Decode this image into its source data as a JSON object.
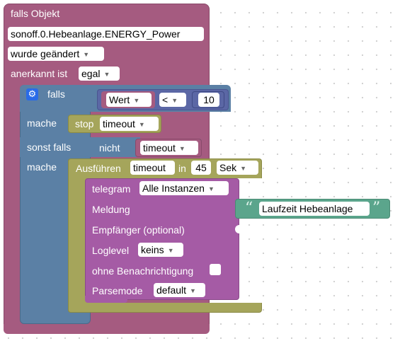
{
  "colors": {
    "event_block": "#a55b80",
    "control_block": "#5b80a5",
    "timeout_block": "#a5a55b",
    "telegram_block": "#a55ba5",
    "text_block": "#5ba58c",
    "math_block": "#5b67a5"
  },
  "event_block": {
    "title": "falls Objekt",
    "object_id": "sonoff.0.Hebeanlage.ENERGY_Power",
    "trigger": "wurde geändert",
    "ack_label": "anerkannt ist",
    "ack_value": "egal"
  },
  "if_block": {
    "if_label": "falls",
    "gear_icon": "gear-icon",
    "do_label": "mache",
    "else_if_label": "sonst falls",
    "do2_label": "mache"
  },
  "compare_block": {
    "variable": "Wert",
    "operator": "<",
    "number": "10"
  },
  "stop_block": {
    "label": "stop",
    "variable": "timeout"
  },
  "not_block": {
    "label": "nicht",
    "variable": "timeout"
  },
  "timeout_block": {
    "label": "Ausführen",
    "name": "timeout",
    "in_label": "in",
    "delay": "45",
    "unit": "Sek"
  },
  "telegram_block": {
    "label": "telegram",
    "instance": "Alle Instanzen",
    "message_label": "Meldung",
    "recipients_label": "Empfänger (optional)",
    "loglevel_label": "Loglevel",
    "loglevel_value": "keins",
    "silent_label": "ohne Benachrichtigung",
    "parsemode_label": "Parsemode",
    "parsemode_value": "default"
  },
  "text_block": {
    "open_quote": "“",
    "value": "Laufzeit Hebeanlage",
    "close_quote": "”"
  }
}
